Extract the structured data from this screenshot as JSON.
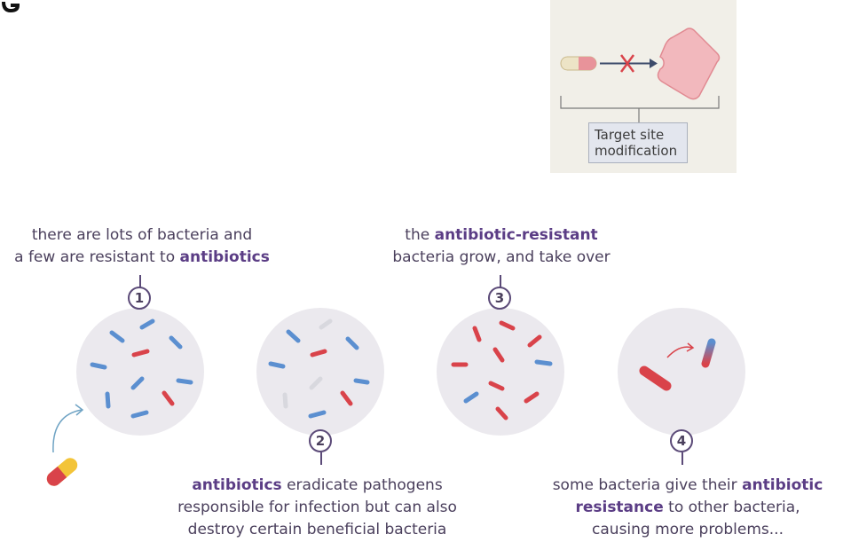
{
  "inset": {
    "label_line1": "Target site",
    "label_line2": "modification"
  },
  "steps": [
    {
      "number": "1",
      "caption_pre": "there are lots of bacteria and",
      "caption_line2_pre": "a few are resistant to ",
      "caption_bold": "antibiotics"
    },
    {
      "number": "2",
      "caption_bold": "antibiotics",
      "caption_line1_post": " eradicate pathogens",
      "caption_line2": "responsible for infection but can also",
      "caption_line3": "destroy certain beneficial bacteria"
    },
    {
      "number": "3",
      "caption_line1_pre": "the ",
      "caption_bold": "antibiotic-resistant",
      "caption_line2": "bacteria grow, and take over"
    },
    {
      "number": "4",
      "caption_line1_pre": "some bacteria give their ",
      "caption_bold1": "antibiotic",
      "caption_bold2": "resistance",
      "caption_line2_post": " to other bacteria,",
      "caption_line3": "causing more problems..."
    }
  ],
  "colors": {
    "sensitive_bacteria": "#5b8fd0",
    "resistant_bacteria": "#d9434a",
    "killed_bacteria": "#d8d8de",
    "dish": "#ebe9ee",
    "pill_red": "#d9434a",
    "pill_yellow": "#f3c438",
    "inset_target": "#f2b8bd",
    "accent_text": "#5b3d85"
  },
  "icons": [
    "antibiotic-pill-icon",
    "curved-arrow-icon",
    "blocked-arrow-icon",
    "target-site-icon"
  ]
}
